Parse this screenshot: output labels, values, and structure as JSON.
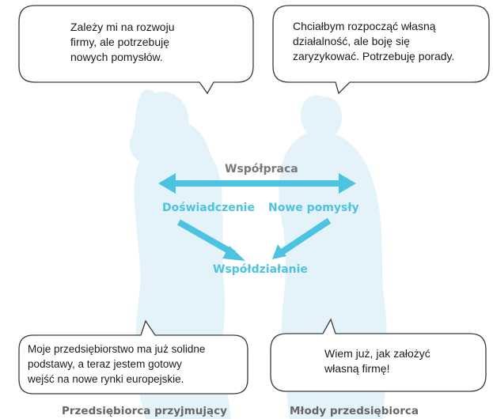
{
  "bubbles": {
    "top_left": "Zależy mi na rozwoju\nfirmy, ale potrzebuję\nnowych pomysłów.",
    "top_right": "Chciałbym rozpocząć własną\ndziałalność, ale boję się\nzaryzykować. Potrzebuję porady.",
    "bottom_left": "Moje przedsiębiorstwo ma już solidne\npodstawy, a teraz jestem gotowy\nwejść na nowe rynki europejskie.",
    "bottom_right": "Wiem już, jak założyć\nwłasną firmę!"
  },
  "labels": {
    "cooperation": "Współpraca",
    "experience": "Doświadczenie",
    "new_ideas": "Nowe pomysły",
    "synergy": "Współdziałanie"
  },
  "captions": {
    "left": "Przedsiębiorca przyjmujący",
    "right": "Młody przedsiębiorca"
  },
  "colors": {
    "accent": "#4cc3e0",
    "silhouette": "#e4f3f9",
    "caption": "#666666",
    "cooperation_text": "#777777",
    "bubble_border": "#3a3a3a"
  }
}
